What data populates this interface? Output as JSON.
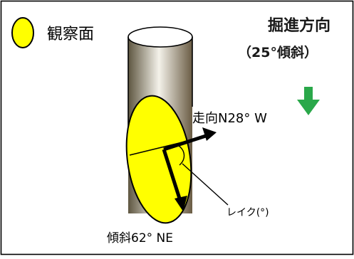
{
  "legend": {
    "label": "観察面",
    "swatch_color": "#ffff00"
  },
  "direction": {
    "title": "掘進方向",
    "subtitle": "（25°傾斜）",
    "arrow_color": "#2aa84a"
  },
  "strike": {
    "label": "走向N28° W"
  },
  "dip": {
    "label": "傾斜62° NE"
  },
  "rake": {
    "label": "レイク(°)"
  },
  "colors": {
    "plane": "#ffff00",
    "borehole_light": "#ffffff",
    "borehole_dark": "#6e6248",
    "frame": "#000000"
  }
}
